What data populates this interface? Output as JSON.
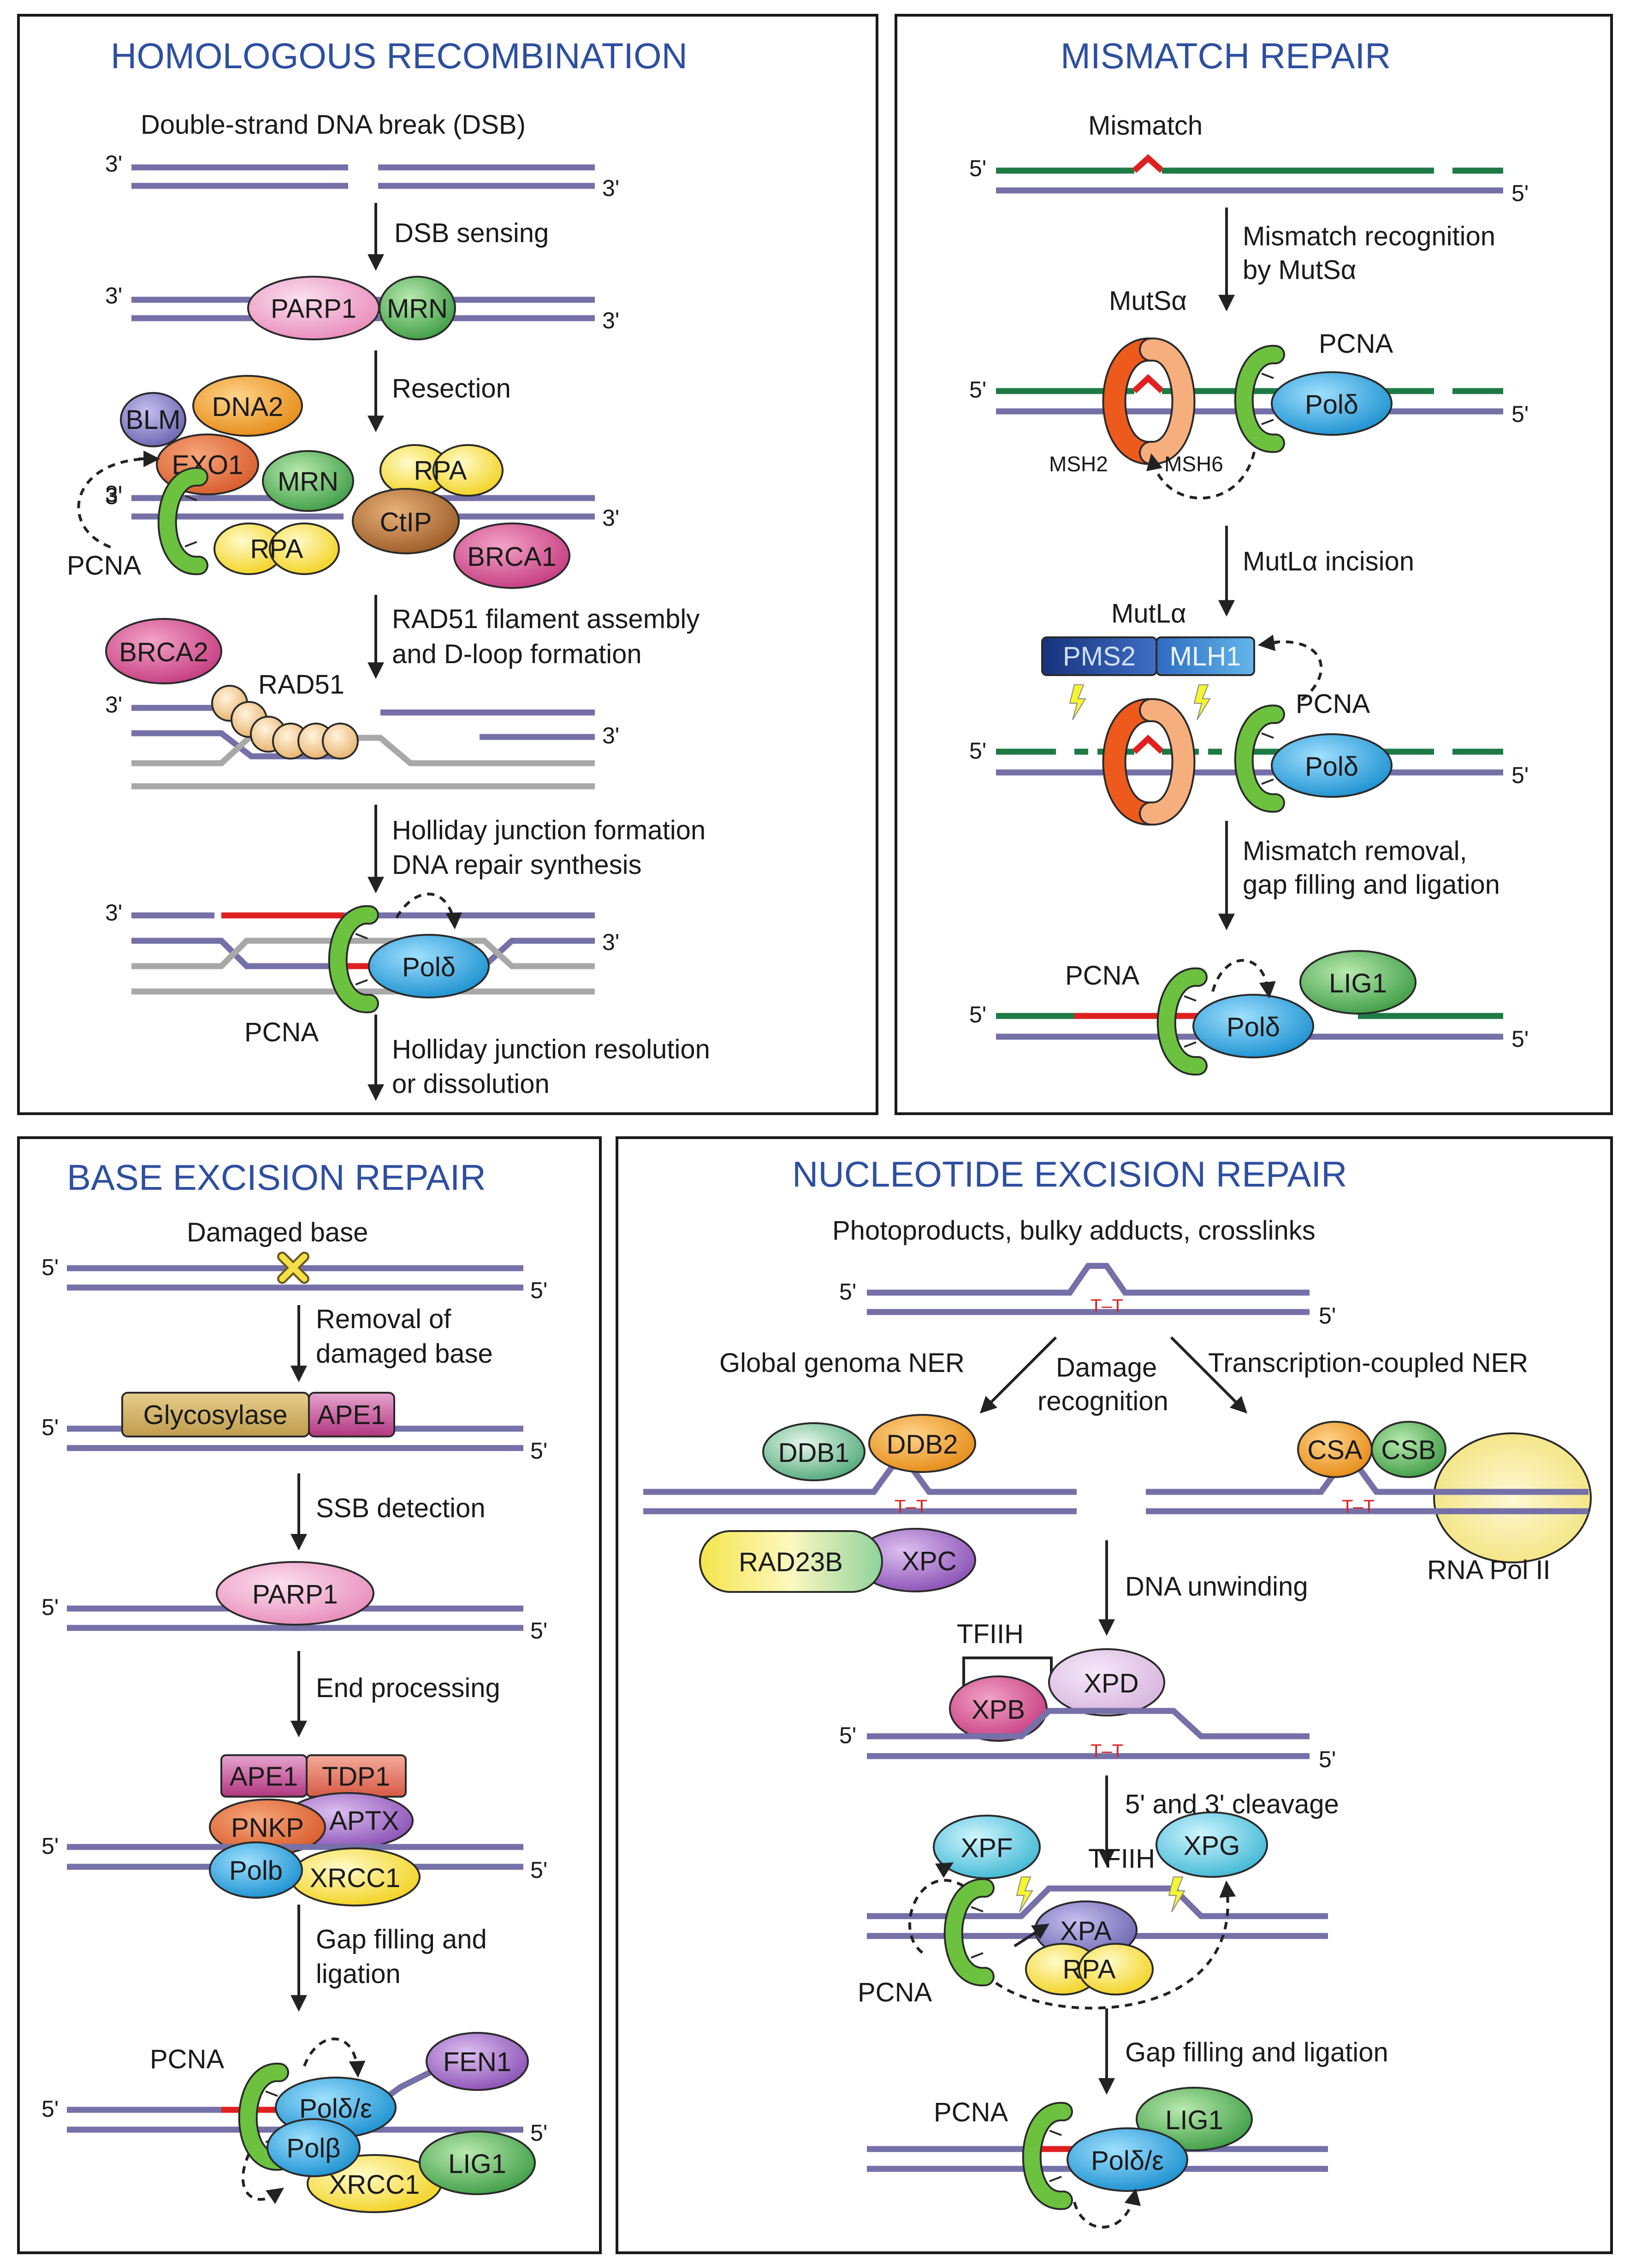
{
  "panels": {
    "hr": {
      "title": "HOMOLOGOUS RECOMBINATION",
      "dsb_label": "Double-strand DNA break (DSB)",
      "step_sensing": "DSB sensing",
      "step_resection": "Resection",
      "step_rad51_1": "RAD51 filament assembly",
      "step_rad51_2": "and D-loop formation",
      "step_holliday_1": "Holliday junction formation",
      "step_holliday_2": "DNA repair synthesis",
      "step_resolution_1": "Holliday junction resolution",
      "step_resolution_2": "or dissolution",
      "proteins": {
        "parp1": "PARP1",
        "mrn": "MRN",
        "blm": "BLM",
        "dna2": "DNA2",
        "exo1": "EXO1",
        "rpa": "RPA",
        "ctip": "CtIP",
        "brca1": "BRCA1",
        "brca2": "BRCA2",
        "rad51": "RAD51",
        "pcna": "PCNA",
        "pold": "Polδ"
      }
    },
    "mmr": {
      "title": "MISMATCH REPAIR",
      "mismatch_label": "Mismatch",
      "step_recognition_1": "Mismatch recognition",
      "step_recognition_2": "by MutSα",
      "step_incision": "MutLα incision",
      "step_removal_1": "Mismatch removal,",
      "step_removal_2": "gap filling and ligation",
      "proteins": {
        "mutsa": "MutSα",
        "msh2": "MSH2",
        "msh6": "MSH6",
        "pcna": "PCNA",
        "pold": "Polδ",
        "mutla": "MutLα",
        "pms2": "PMS2",
        "mlh1": "MLH1",
        "lig1": "LIG1"
      }
    },
    "ber": {
      "title": "BASE EXCISION REPAIR",
      "damaged_label": "Damaged base",
      "step_removal_1": "Removal of",
      "step_removal_2": "damaged base",
      "step_ssb": "SSB detection",
      "step_end": "End processing",
      "step_gap_1": "Gap filling and",
      "step_gap_2": "ligation",
      "proteins": {
        "glycosylase": "Glycosylase",
        "ape1": "APE1",
        "parp1": "PARP1",
        "tdp1": "TDP1",
        "pnkp": "PNKP",
        "aptx": "APTX",
        "polb_end": "Polb",
        "xrcc1": "XRCC1",
        "pcna": "PCNA",
        "polde": "Polδ/ε",
        "fen1": "FEN1",
        "polbeta": "Polβ",
        "lig1": "LIG1"
      }
    },
    "ner": {
      "title": "NUCLEOTIDE EXCISION REPAIR",
      "lesion_label": "Photoproducts, bulky adducts, crosslinks",
      "global_label": "Global genoma NER",
      "damage_1": "Damage",
      "damage_2": "recognition",
      "tc_label": "Transcription-coupled NER",
      "step_unwinding": "DNA unwinding",
      "step_cleavage": "5' and 3' cleavage",
      "step_gap": "Gap filling and ligation",
      "tt": "T–T",
      "proteins": {
        "ddb1": "DDB1",
        "ddb2": "DDB2",
        "rad23b": "RAD23B",
        "xpc": "XPC",
        "csa": "CSA",
        "csb": "CSB",
        "rnapol2": "RNA Pol II",
        "tfiih": "TFIIH",
        "xpb": "XPB",
        "xpd": "XPD",
        "xpf": "XPF",
        "xpg": "XPG",
        "xpa": "XPA",
        "rpa": "RPA",
        "pcna": "PCNA",
        "lig1": "LIG1",
        "polde": "Polδ/ε"
      }
    }
  },
  "ends": {
    "three": "3'",
    "five": "5'"
  },
  "colors": {
    "title": "#2e4fa0",
    "dna": "#7570a8",
    "dna_gray": "#a8a8a8",
    "dna_green": "#1e7a45",
    "new_dna": "#e02020",
    "pcna": "#4caf3a",
    "pol": "#2aa6dd"
  }
}
